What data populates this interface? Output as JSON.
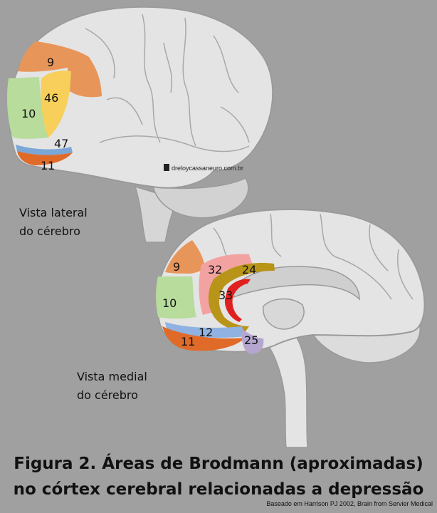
{
  "lateral_view": {
    "label_line1": "Vista lateral",
    "label_line2": "do cérebro",
    "areas": [
      "9",
      "46",
      "10",
      "47",
      "11"
    ],
    "watermark": "dreloycassaneuro.com.br"
  },
  "medial_view": {
    "label_line1": "Vista medial",
    "label_line2": "do cérebro",
    "areas": [
      "9",
      "32",
      "24",
      "33",
      "10",
      "12",
      "11",
      "25"
    ]
  },
  "caption": {
    "line1": "Figura 2. Áreas de Brodmann (aproximadas)",
    "line2": "no córtex cerebral relacionadas a depressão"
  },
  "source": "Baseado em Harrison PJ 2002, Brain from Servier Medical",
  "colors": {
    "background": "#a0a0a0",
    "brain": "#e4e4e4",
    "area_9": "#e8955a",
    "area_46": "#f7cf5a",
    "area_10": "#b7dc9c",
    "area_47": "#7aa6d8",
    "area_11": "#e06a28",
    "area_32": "#f3a2a2",
    "area_24": "#b89418",
    "area_33": "#e02020",
    "area_12": "#8fb2e2",
    "area_25": "#b4a6cf"
  }
}
